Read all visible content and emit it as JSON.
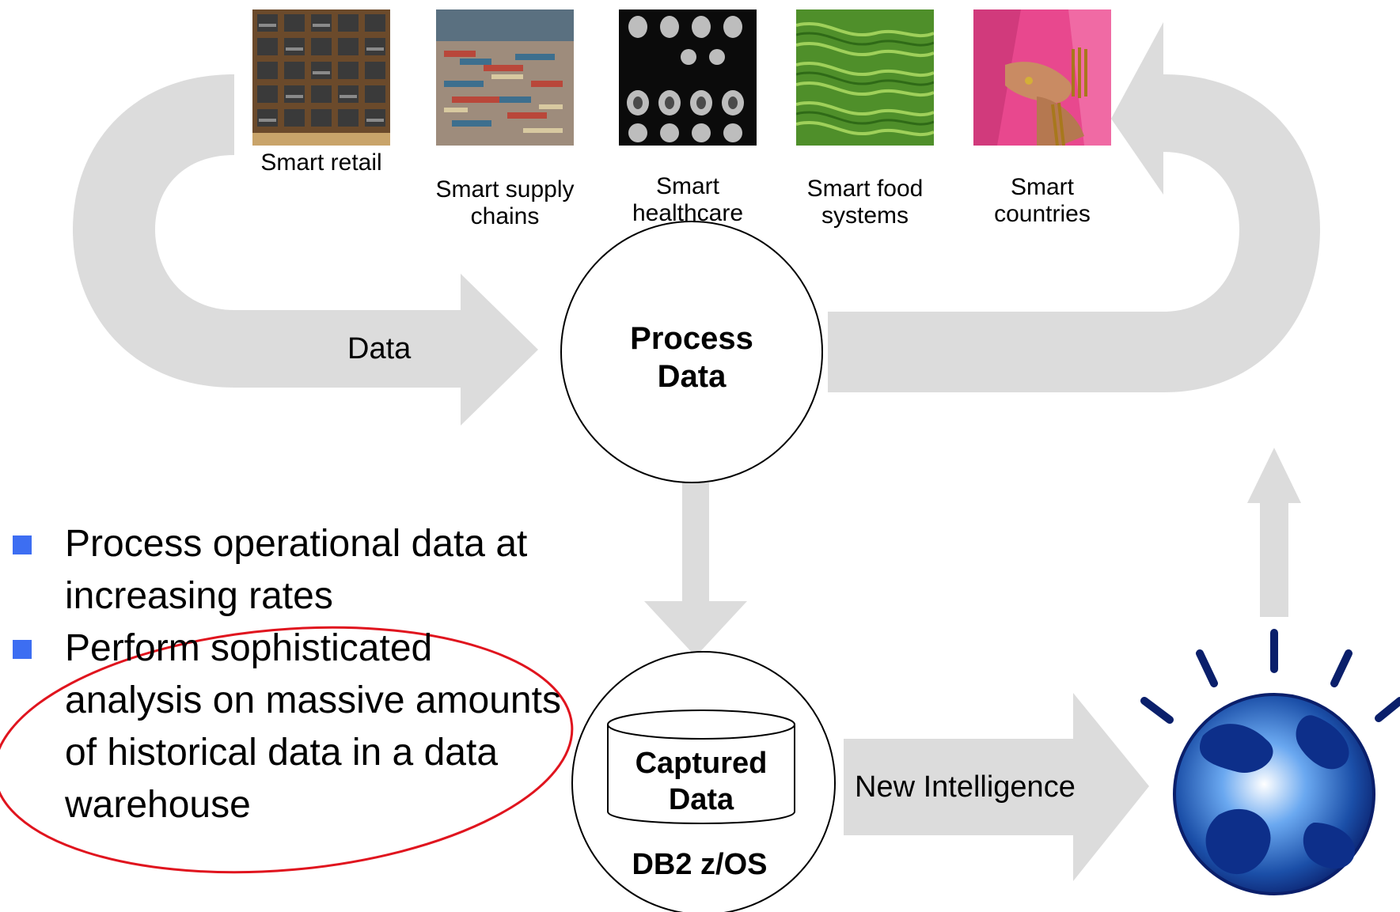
{
  "tiles": [
    {
      "caption": "Smart retail"
    },
    {
      "caption": "Smart supply\nchains"
    },
    {
      "caption": "Smart\nhealthcare"
    },
    {
      "caption": "Smart food\nsystems"
    },
    {
      "caption": "Smart\ncountries"
    }
  ],
  "flow": {
    "data_label": "Data",
    "process_label": "Process Data",
    "captured_label": "Captured Data",
    "db_label": "DB2 z/OS",
    "intelligence_label": "New Intelligence"
  },
  "bullets": [
    "Process operational data at increasing rates",
    "Perform sophisticated analysis on massive amounts of historical data in a data warehouse"
  ],
  "colors": {
    "arrow_gray": "#dcdcdc",
    "bullet_blue": "#3d6ef2",
    "highlight_red": "#e0141e",
    "globe_blue": "#1b4fa8",
    "globe_dark": "#0a1f6b"
  }
}
